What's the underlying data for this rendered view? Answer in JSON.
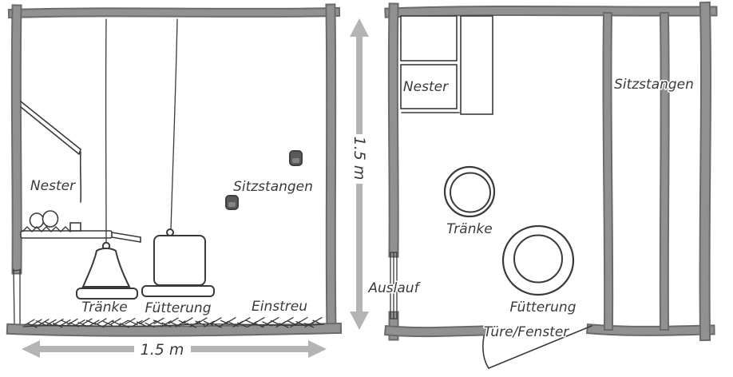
{
  "side_view": {
    "labels": {
      "nester": "Nester",
      "sitzstangen": "Sitzstangen",
      "traenke": "Tränke",
      "fuetterung": "Fütterung",
      "einstreu": "Einstreu"
    },
    "width_dim": "1.5 m",
    "height_dim": "1.5 m"
  },
  "top_view": {
    "labels": {
      "nester": "Nester",
      "sitzstangen": "Sitzstangen",
      "traenke": "Tränke",
      "fuetterung": "Fütterung",
      "auslauf": "Auslauf",
      "tuere_fenster": "Türe/Fenster"
    }
  },
  "colors": {
    "background": "#ffffff",
    "wall_fill": "#919191",
    "wall_edge": "#6b6b6b",
    "ink": "#3a3a3a",
    "arrow": "#b4b4b4",
    "perch_fill": "#5a5a5a"
  }
}
